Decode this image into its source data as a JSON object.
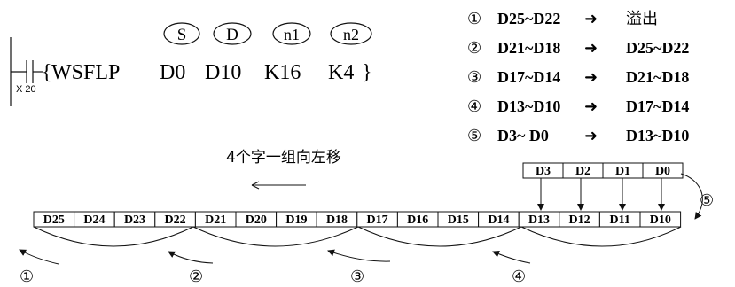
{
  "instruction": {
    "name": "WSFLP",
    "params": [
      "D0",
      "D10",
      "K16",
      "K4"
    ],
    "operand_labels": [
      "S",
      "D",
      "n1",
      "n2"
    ],
    "contact": "X 20"
  },
  "mapping": [
    {
      "num": "①",
      "from": "D25~D22",
      "to": "溢出"
    },
    {
      "num": "②",
      "from": "D21~D18",
      "to": "D25~D22"
    },
    {
      "num": "③",
      "from": "D17~D14",
      "to": "D21~D18"
    },
    {
      "num": "④",
      "from": "D13~D10",
      "to": "D17~D14"
    },
    {
      "num": "⑤",
      "from": "D3~ D0",
      "to": "D13~D10"
    }
  ],
  "shift_caption": "4个字一组向左移",
  "source_registers": [
    "D3",
    "D2",
    "D1",
    "D0"
  ],
  "dest_registers": [
    "D25",
    "D24",
    "D23",
    "D22",
    "D21",
    "D20",
    "D19",
    "D18",
    "D17",
    "D16",
    "D15",
    "D14",
    "D13",
    "D12",
    "D11",
    "D10"
  ],
  "step_labels": [
    "①",
    "②",
    "③",
    "④",
    "⑤"
  ],
  "arrow_symbol": "➜"
}
